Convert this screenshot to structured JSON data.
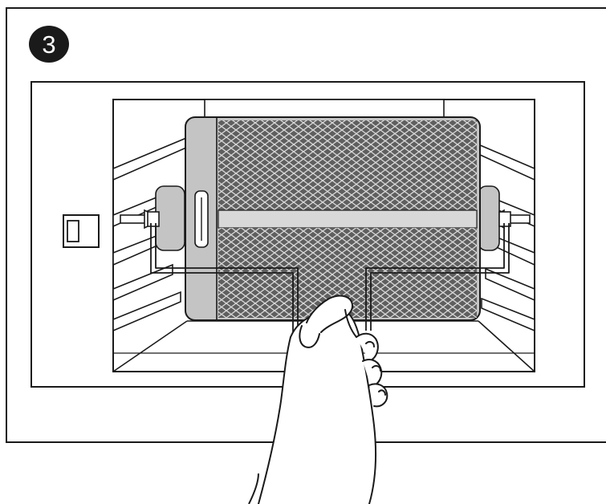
{
  "step": {
    "number": "3"
  },
  "colors": {
    "line": "#1a1a1a",
    "basket_gray": "#c4c4c4",
    "mesh_dark": "#5a5a5a",
    "background": "#ffffff",
    "badge_fill": "#1a1a1a",
    "badge_text": "#ffffff"
  },
  "icons": {
    "step_badge": "numbered-step-circle",
    "appliance": "air-fryer-oven-outline",
    "basket": "rotisserie-mesh-basket",
    "handle": "basket-removal-tool",
    "hand": "hand-pulling"
  }
}
